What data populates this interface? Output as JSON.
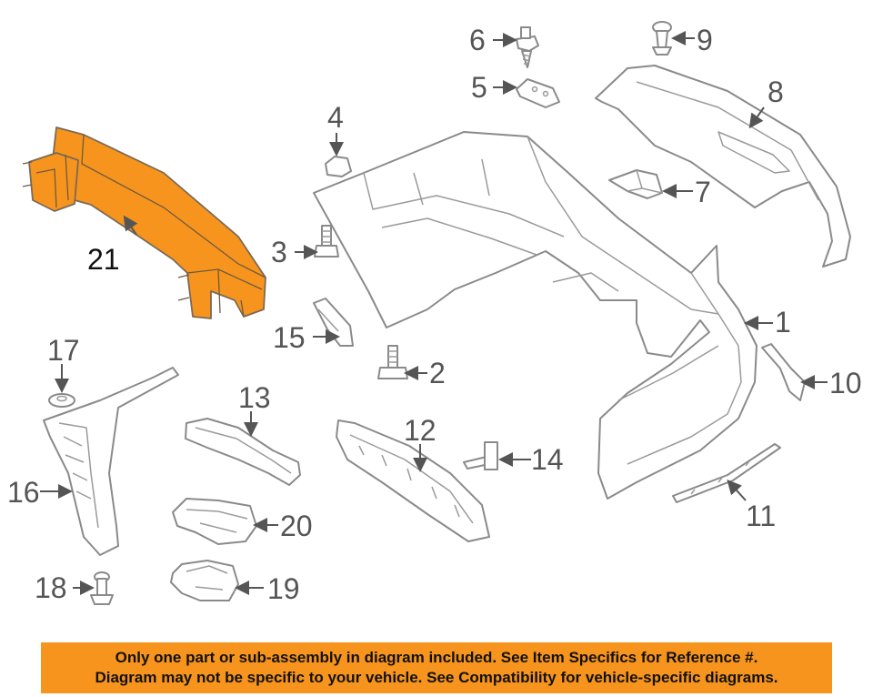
{
  "callouts": {
    "c1": "1",
    "c2": "2",
    "c3": "3",
    "c4": "4",
    "c5": "5",
    "c6": "6",
    "c7": "7",
    "c8": "8",
    "c9": "9",
    "c10": "10",
    "c11": "11",
    "c12": "12",
    "c13": "13",
    "c14": "14",
    "c15": "15",
    "c16": "16",
    "c17": "17",
    "c18": "18",
    "c19": "19",
    "c20": "20",
    "c21": "21"
  },
  "highlighted_part": "21",
  "colors": {
    "highlight": "#f7941d",
    "line": "#8a8a8a",
    "notice_bg": "#f7941d"
  },
  "notice": {
    "line1": "Only one part or sub-assembly in diagram included. See Item Specifics for Reference #.",
    "line2": "Diagram may not be specific to your vehicle. See Compatibility for vehicle-specific diagrams."
  }
}
